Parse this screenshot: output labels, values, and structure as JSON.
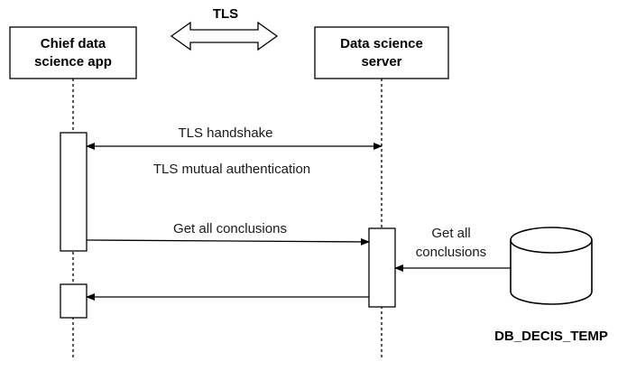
{
  "header": {
    "protocol_label": "TLS"
  },
  "participants": {
    "client": {
      "line1": "Chief data",
      "line2": "science app"
    },
    "server": {
      "line1": "Data science",
      "line2": "server"
    }
  },
  "messages": {
    "handshake": "TLS handshake",
    "mutual_auth": "TLS mutual authentication",
    "get_conclusions": "Get all conclusions",
    "db_query_line1": "Get all",
    "db_query_line2": "conclusions"
  },
  "database": {
    "name": "DB_DECIS_TEMP"
  }
}
